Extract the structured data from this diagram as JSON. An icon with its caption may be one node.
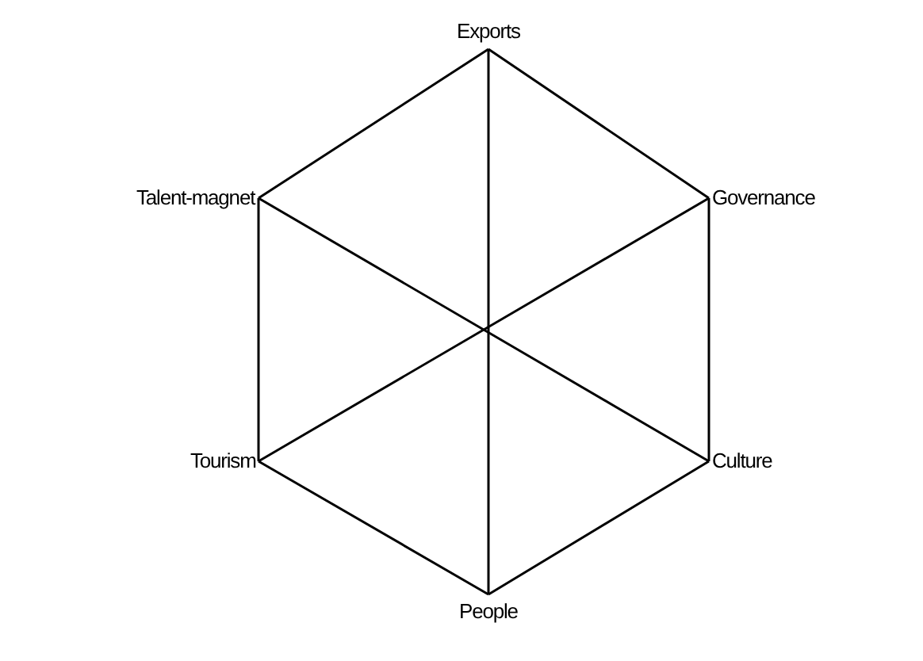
{
  "diagram": {
    "nodes": [
      {
        "text": [
          "Exports"
        ]
      },
      {
        "text": [
          "Talent-magnet"
        ]
      },
      {
        "text": [
          "Governance"
        ]
      },
      {
        "text": [
          "Tourism"
        ]
      },
      {
        "text": [
          "Culture"
        ]
      },
      {
        "text": [
          "People"
        ]
      }
    ],
    "edges": [
      {
        "from": 0,
        "to": 2,
        "arrow": "none"
      },
      {
        "from": 2,
        "to": 4,
        "arrow": "none"
      },
      {
        "from": 4,
        "to": 5,
        "arrow": "none"
      },
      {
        "from": 5,
        "to": 3,
        "arrow": "none"
      },
      {
        "from": 3,
        "to": 1,
        "arrow": "none"
      },
      {
        "from": 1,
        "to": 0,
        "arrow": "none"
      },
      {
        "from": 0,
        "to": 5,
        "arrow": "none"
      },
      {
        "from": 1,
        "to": 4,
        "arrow": "none"
      },
      {
        "from": 2,
        "to": 3,
        "arrow": "none"
      }
    ]
  }
}
